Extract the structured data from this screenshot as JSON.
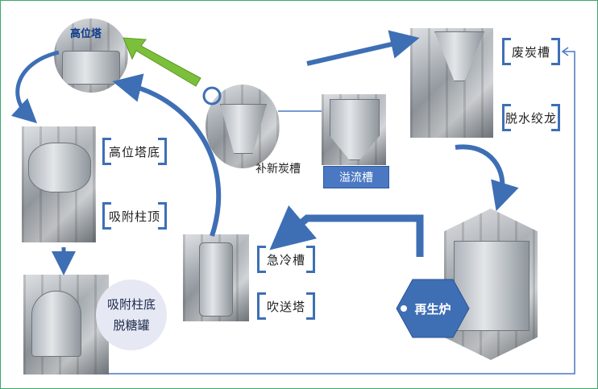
{
  "nodes": {
    "gaowei_ta": "高位塔",
    "fei_tan_cao": "废炭槽",
    "tuo_shui_jiao_long": "脱水绞龙",
    "gao_wei_ta_di": "高位塔底",
    "xi_fu_zhu_ding": "吸附柱顶",
    "bu_xin_tan_cao": "补新炭槽",
    "yi_liu_cao": "溢流槽",
    "ji_leng_cao": "急冷槽",
    "chui_song_ta": "吹送塔",
    "zai_sheng_lu": "再生炉",
    "xi_fu_zhu_di": "吸附柱底",
    "tuo_tang_guan": "脱糖罐"
  },
  "colors": {
    "arrow_blue": "#3e6fb5",
    "arrow_green": "#7cbf3a",
    "hexagon_blue": "#3e6fb5",
    "button_blue": "#4a78c2",
    "border_green": "#3aa86b",
    "line_blue": "#4a78c2"
  },
  "icons": {
    "photo": "equipment-photo",
    "flow_arrow": "flow-arrow"
  }
}
